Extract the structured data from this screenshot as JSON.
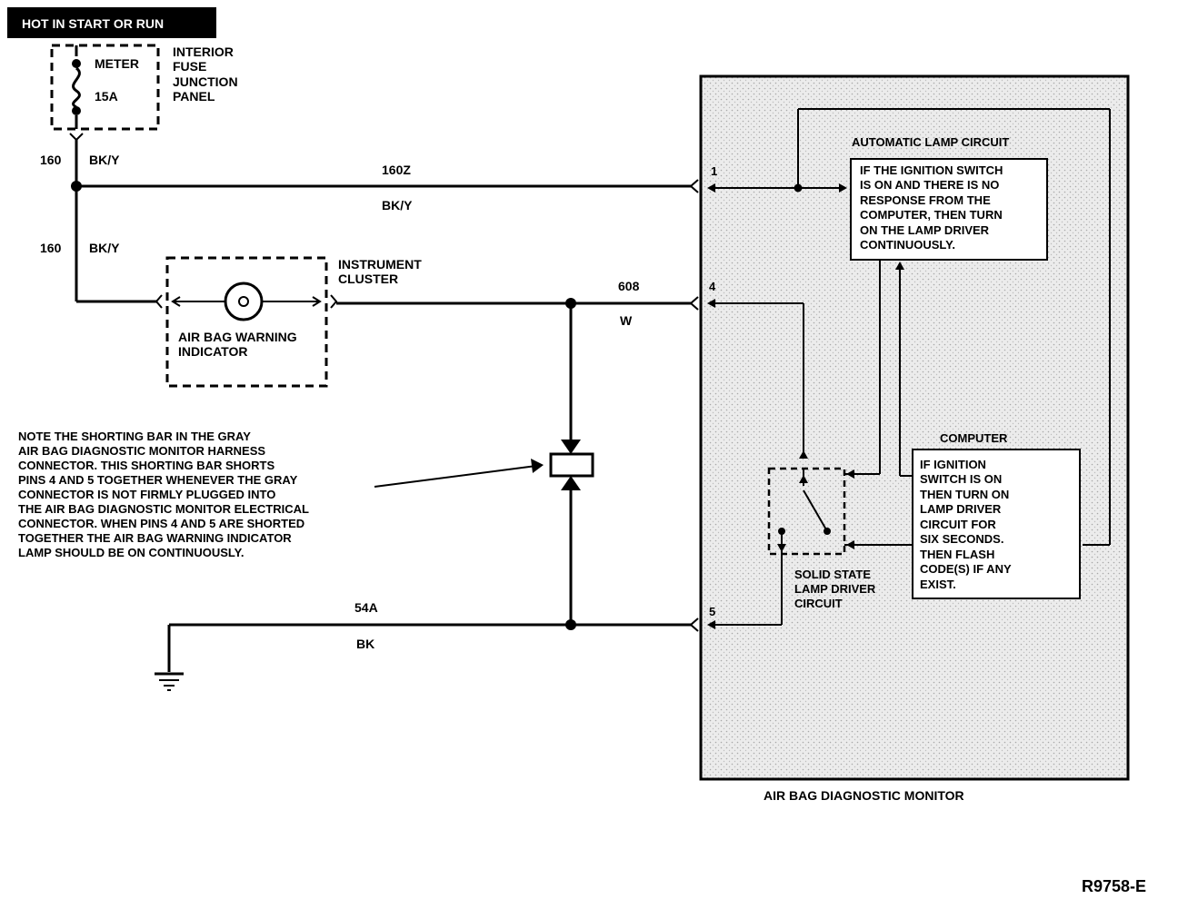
{
  "header_label": "HOT IN START OR RUN",
  "fuse_panel": {
    "fuse_name": "METER",
    "fuse_rating": "15A",
    "panel_label": [
      "INTERIOR",
      "FUSE",
      "JUNCTION",
      "PANEL"
    ]
  },
  "wires": {
    "upper_circuit": "160",
    "upper_color": "BK/Y",
    "lower_circuit": "160",
    "lower_color": "BK/Y",
    "feed_circuit": "160Z",
    "feed_color": "BK/Y",
    "indicator_circuit": "608",
    "indicator_color": "W",
    "ground_circuit": "54A",
    "ground_color": "BK"
  },
  "instrument_cluster": {
    "label": [
      "INSTRUMENT",
      "CLUSTER"
    ],
    "indicator_label": [
      "AIR BAG WARNING",
      "INDICATOR"
    ]
  },
  "note_lines": [
    "NOTE THE SHORTING BAR IN THE GRAY",
    "AIR BAG DIAGNOSTIC MONITOR HARNESS",
    "CONNECTOR. THIS SHORTING BAR SHORTS",
    "PINS 4 AND 5 TOGETHER WHENEVER THE GRAY",
    "CONNECTOR IS NOT FIRMLY PLUGGED INTO",
    "THE AIR BAG DIAGNOSTIC MONITOR ELECTRICAL",
    "CONNECTOR. WHEN PINS 4 AND 5 ARE SHORTED",
    "TOGETHER THE AIR BAG WARNING INDICATOR",
    "LAMP SHOULD BE ON CONTINUOUSLY."
  ],
  "module": {
    "title": "AIR BAG DIAGNOSTIC MONITOR",
    "pins": [
      "1",
      "4",
      "5"
    ],
    "auto_lamp_title": "AUTOMATIC LAMP CIRCUIT",
    "auto_lamp_lines": [
      "IF THE IGNITION SWITCH",
      "IS ON AND THERE IS NO",
      "RESPONSE FROM THE",
      "COMPUTER, THEN TURN",
      "ON THE LAMP DRIVER",
      "CONTINUOUSLY."
    ],
    "computer_title": "COMPUTER",
    "computer_lines": [
      "IF IGNITION",
      "SWITCH IS ON",
      "THEN TURN ON",
      "LAMP DRIVER",
      "CIRCUIT FOR",
      "SIX SECONDS.",
      "THEN FLASH",
      "CODE(S) IF ANY",
      "EXIST."
    ],
    "driver_label": [
      "SOLID STATE",
      "LAMP DRIVER",
      "CIRCUIT"
    ]
  },
  "figure_id": "R9758-E"
}
